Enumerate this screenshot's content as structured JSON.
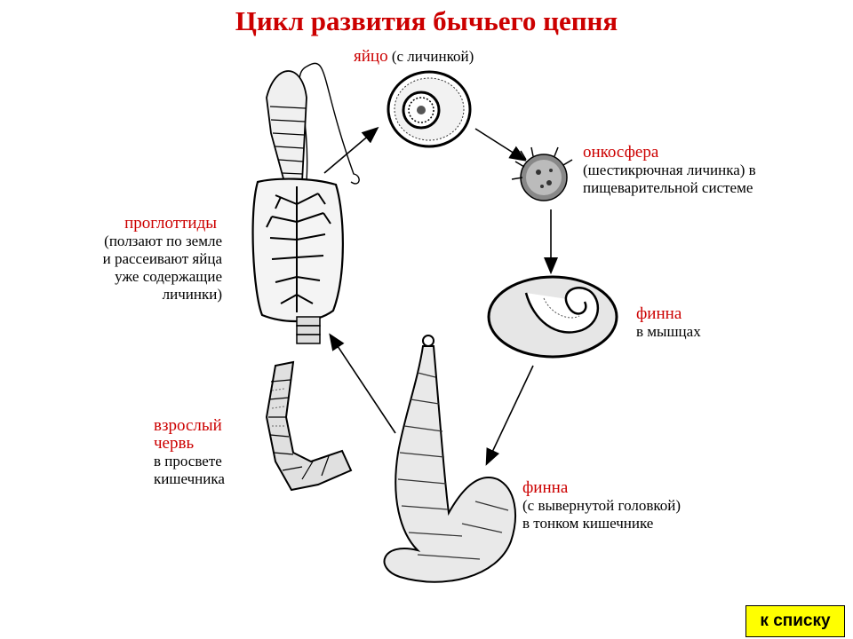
{
  "title": "Цикл развития бычьего цепня",
  "stages": {
    "egg": {
      "name": "яйцо",
      "note": "(с личинкой)"
    },
    "oncosphere": {
      "name": "онкосфера",
      "lines": [
        "(шестикрючная личинка) в",
        "пищеварительной системе"
      ]
    },
    "finna_muscle": {
      "name": "финна",
      "lines": [
        "в мышцах"
      ]
    },
    "finna_intestine": {
      "name": "финна",
      "lines": [
        "(с вывернутой головкой)",
        "в тонком  кишечнике"
      ]
    },
    "adult": {
      "name_lines": [
        "взрослый",
        "червь"
      ],
      "lines": [
        "в просвете",
        "кишечника"
      ]
    },
    "proglottids": {
      "name": "проглоттиды",
      "lines": [
        "(ползают по земле",
        "и рассеивают яйца",
        "уже содержащие",
        "личинки)"
      ]
    }
  },
  "nav": {
    "back_label": "к списку"
  },
  "colors": {
    "accent": "#cc0000",
    "button": "#ffff00"
  }
}
